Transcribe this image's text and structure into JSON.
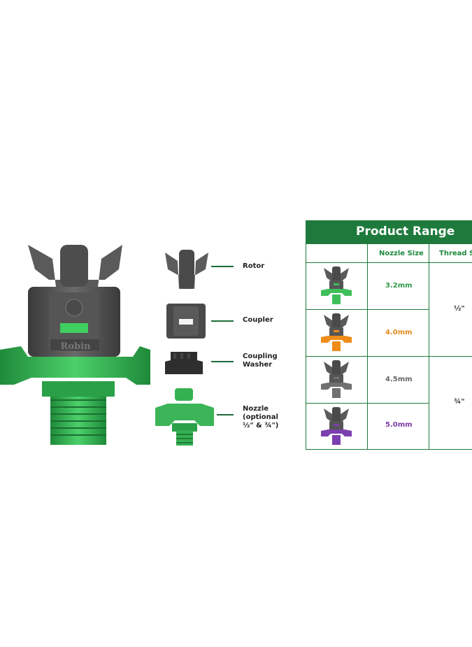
{
  "brand": "Robin",
  "parts": [
    {
      "id": "rotor",
      "label": "Rotor"
    },
    {
      "id": "coupler",
      "label": "Coupler"
    },
    {
      "id": "washer",
      "label": "Coupling\nWasher"
    },
    {
      "id": "nozzle",
      "label": "Nozzle\n(optional\n½\" & ¾\")"
    }
  ],
  "product_range": {
    "title": "Product Range",
    "headers": {
      "nozzle_size": "Nozzle Size",
      "thread_size": "Thread Si"
    },
    "rows": [
      {
        "size": "3.2mm",
        "color": "#2e9b4a",
        "body": "#3fbf5a"
      },
      {
        "size": "4.0mm",
        "color": "#e48a1c",
        "body": "#ef8c1a"
      },
      {
        "size": "4.5mm",
        "color": "#666666",
        "body": "#707070"
      },
      {
        "size": "5.0mm",
        "color": "#7a3aa8",
        "body": "#7b3fb0"
      }
    ],
    "threads": [
      "½\"",
      "¾\""
    ]
  },
  "colors": {
    "green": "#3bb557",
    "dark_green": "#1e7a3c",
    "grey": "#4a4a4a"
  }
}
